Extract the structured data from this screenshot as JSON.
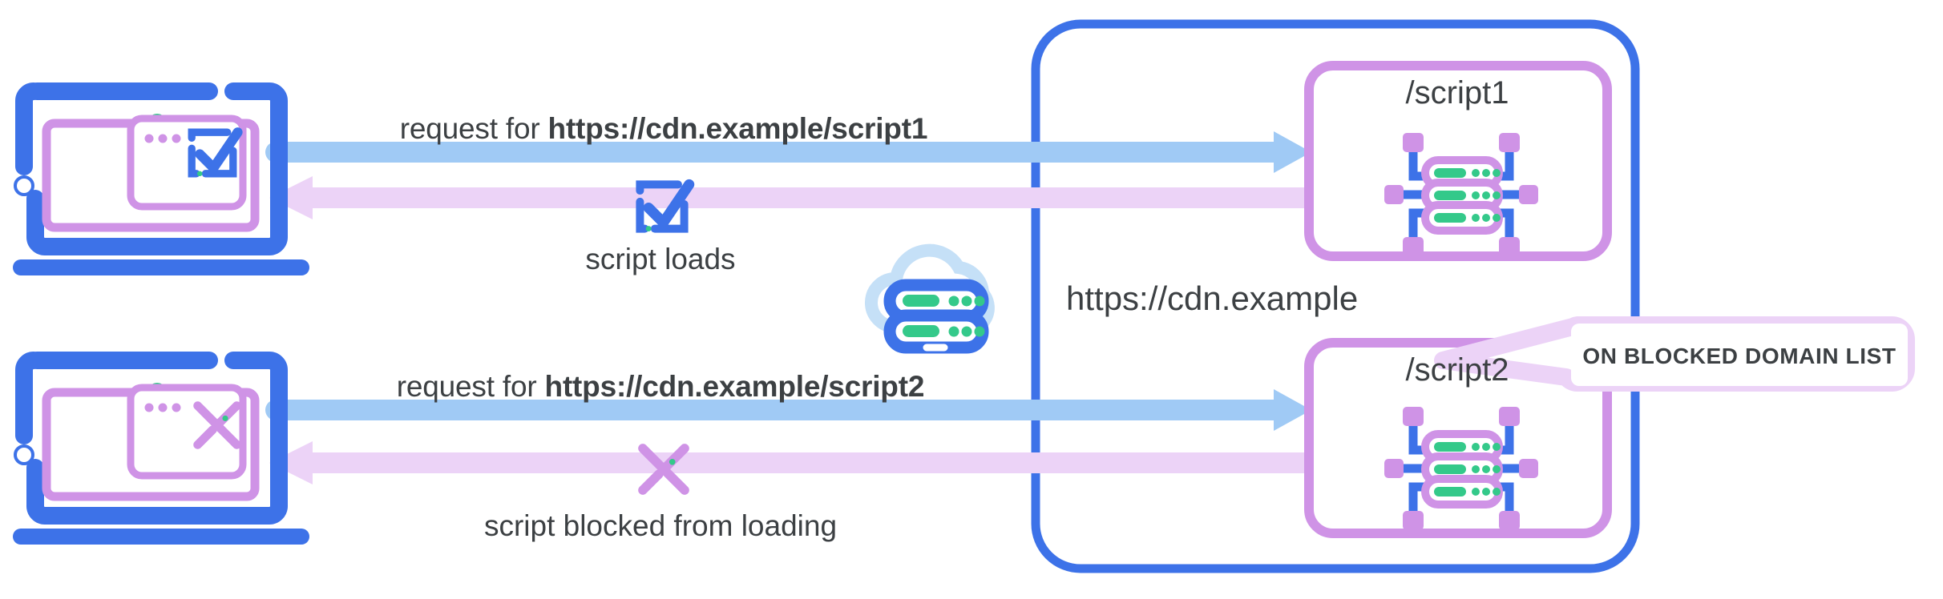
{
  "diagram": {
    "title": "CDN script blocking diagram",
    "colors": {
      "blue": "#3d72e8",
      "blue_arrow": "#a0caf5",
      "purple": "#d69ae8",
      "purple_light": "#ecd3f7",
      "pink_arrow": "#ecd3f7",
      "green": "#34c98a",
      "text": "#3c4043",
      "white": "#ffffff"
    }
  },
  "flows": [
    {
      "id": "allowed",
      "request_prefix": "request for ",
      "request_url": "https://cdn.example/script1",
      "result_label": "script loads",
      "result_icon": "checkbox-check-icon",
      "client_icon": "laptop-with-checkmark-icon",
      "target_label": "/script1"
    },
    {
      "id": "blocked",
      "request_prefix": "request for ",
      "request_url": "https://cdn.example/script2",
      "result_label": "script blocked from loading",
      "result_icon": "cross-x-icon",
      "client_icon": "laptop-with-x-icon",
      "target_label": "/script2"
    }
  ],
  "server": {
    "domain_label": "https://cdn.example",
    "cloud_icon": "cloud-server-icon",
    "boxes": [
      {
        "label": "/script1",
        "icon": "server-chip-icon"
      },
      {
        "label": "/script2",
        "icon": "server-chip-icon"
      }
    ]
  },
  "callout": {
    "text": "ON BLOCKED DOMAIN LIST",
    "points_at": "/script2"
  }
}
